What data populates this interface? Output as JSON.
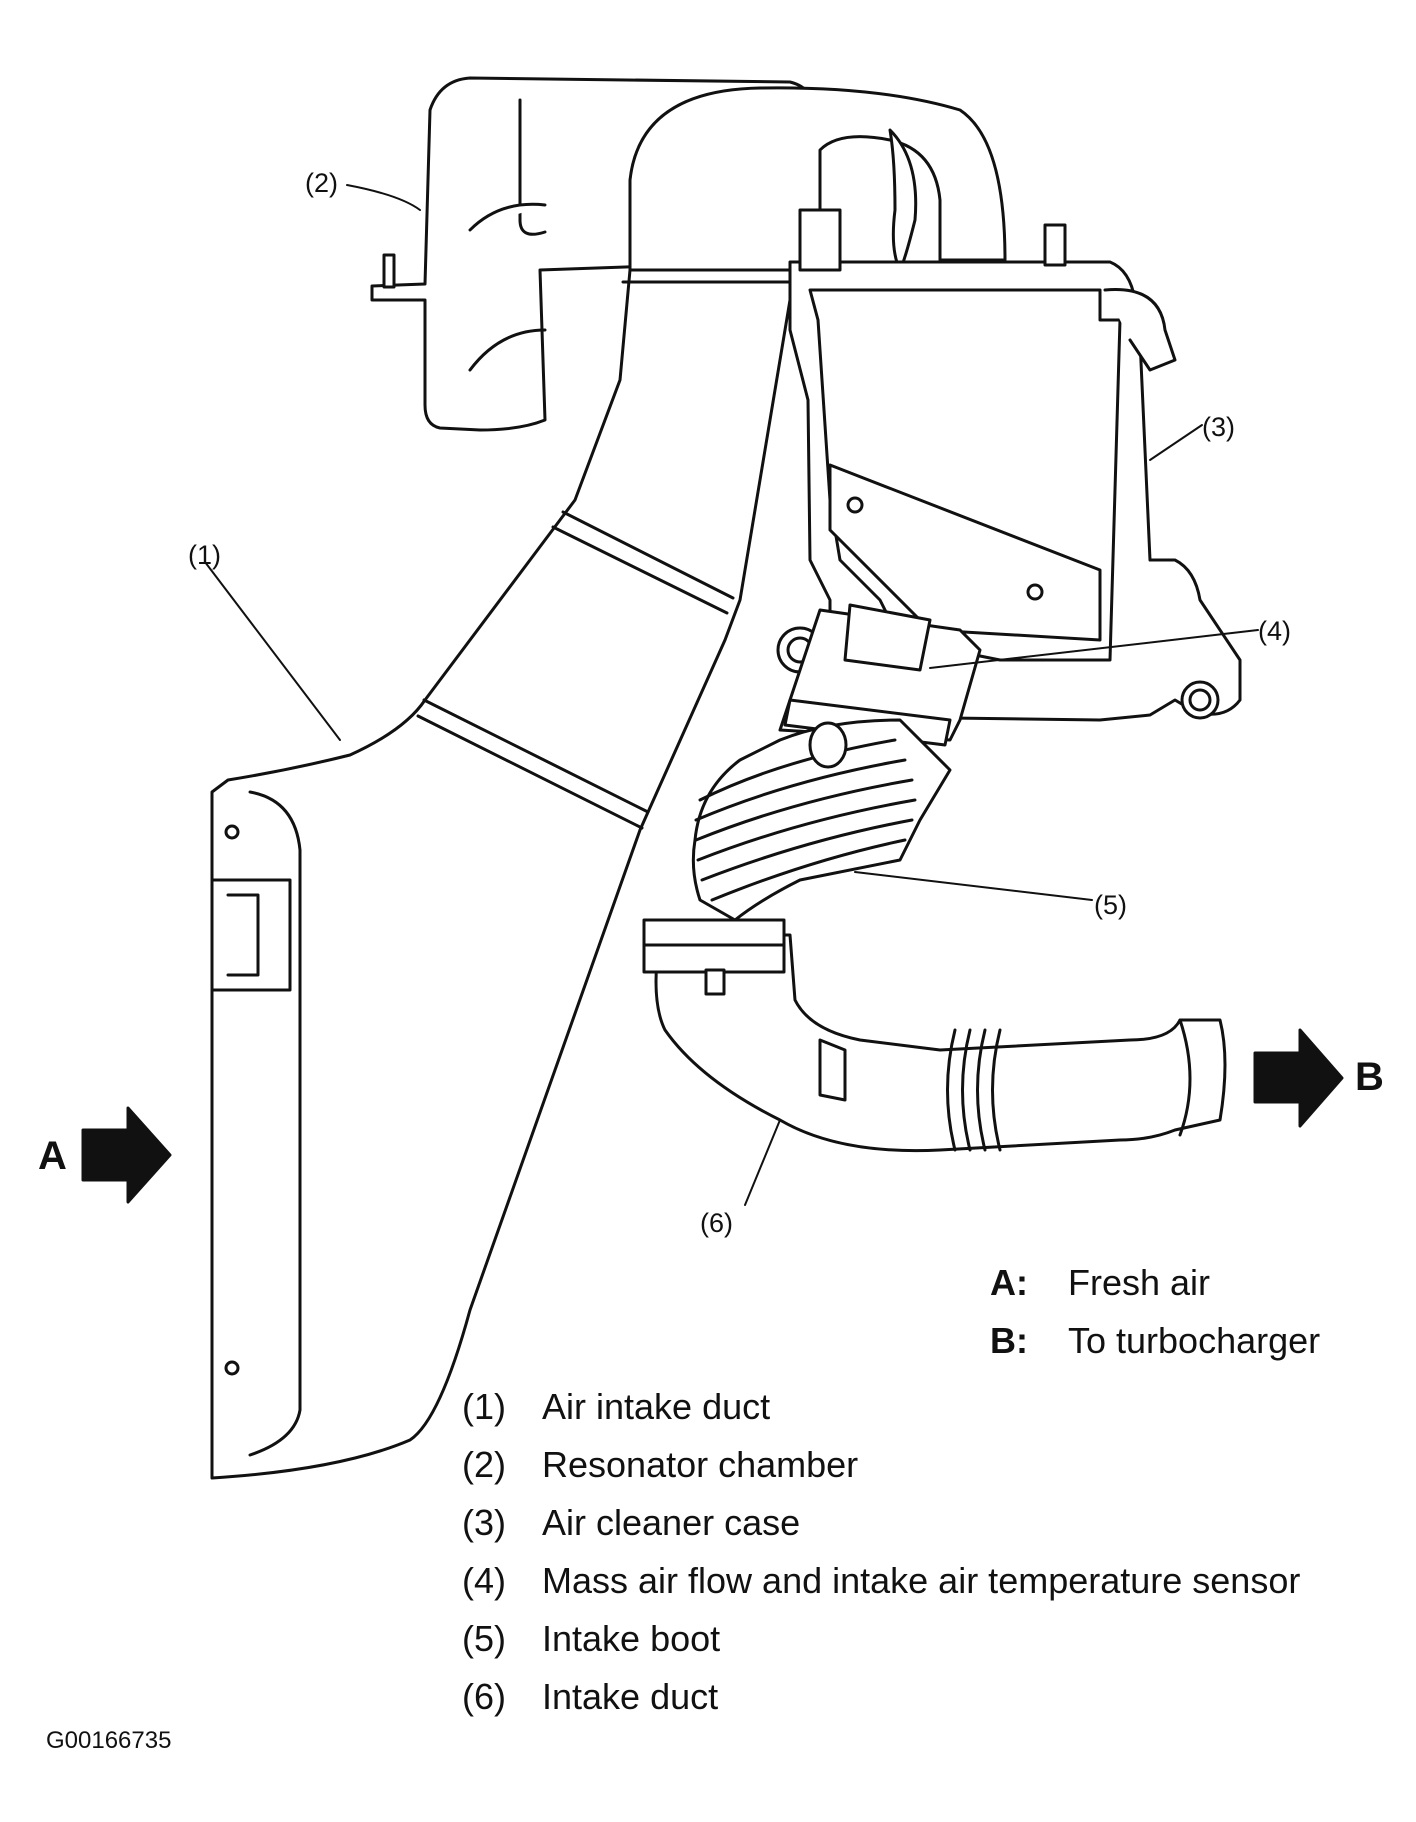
{
  "callouts": {
    "c1": "(1)",
    "c2": "(2)",
    "c3": "(3)",
    "c4": "(4)",
    "c5": "(5)",
    "c6": "(6)"
  },
  "arrows": {
    "a_label": "A",
    "b_label": "B"
  },
  "flow_legend": [
    {
      "key": "A:",
      "text": "Fresh air"
    },
    {
      "key": "B:",
      "text": "To turbocharger"
    }
  ],
  "parts_legend": [
    {
      "key": "(1)",
      "text": "Air intake duct"
    },
    {
      "key": "(2)",
      "text": "Resonator chamber"
    },
    {
      "key": "(3)",
      "text": "Air cleaner case"
    },
    {
      "key": "(4)",
      "text": "Mass air flow and intake air temperature sensor"
    },
    {
      "key": "(5)",
      "text": "Intake boot"
    },
    {
      "key": "(6)",
      "text": "Intake duct"
    }
  ],
  "figure_id": "G00166735"
}
